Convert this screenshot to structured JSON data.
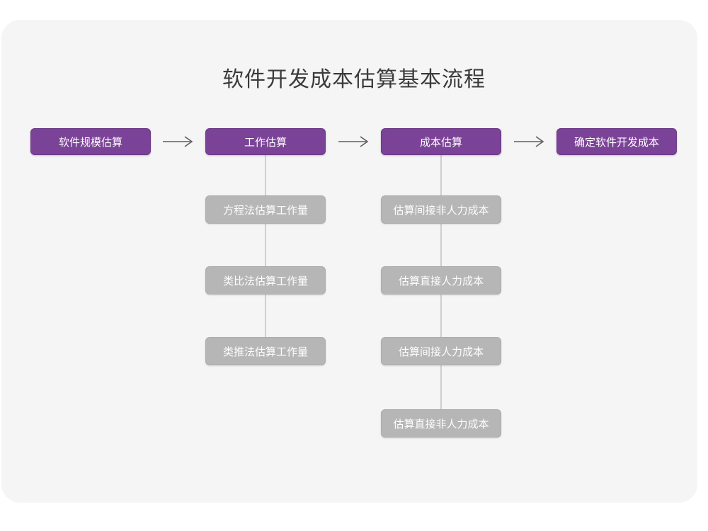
{
  "page": {
    "title": "软件开发成本估算基本流程",
    "background_color": "#ffffff",
    "card_color": "#f5f5f5",
    "accent_color": "#7b4397",
    "secondary_color": "#b6b6b6",
    "connector_color": "#cfcfcf"
  },
  "chart_data": {
    "type": "diagram",
    "title": "软件开发成本估算基本流程",
    "orientation": "horizontal-with-vertical-substeps",
    "main_flow": [
      {
        "id": "step-1",
        "label": "软件规模估算",
        "substeps": []
      },
      {
        "id": "step-2",
        "label": "工作估算",
        "substeps": [
          "方程法估算工作量",
          "类比法估算工作量",
          "类推法估算工作量"
        ]
      },
      {
        "id": "step-3",
        "label": "成本估算",
        "substeps": [
          "估算间接非人力成本",
          "估算直接人力成本",
          "估算间接人力成本",
          "估算直接非人力成本"
        ]
      },
      {
        "id": "step-4",
        "label": "确定软件开发成本",
        "substeps": []
      }
    ],
    "connectors": [
      {
        "from": "step-1",
        "to": "step-2",
        "style": "arrow-right"
      },
      {
        "from": "step-2",
        "to": "step-3",
        "style": "arrow-right"
      },
      {
        "from": "step-3",
        "to": "step-4",
        "style": "arrow-right"
      },
      {
        "from": "step-2",
        "to": "step-2-substeps",
        "style": "vertical-line"
      },
      {
        "from": "step-3",
        "to": "step-3-substeps",
        "style": "vertical-line"
      }
    ]
  },
  "nodes": {
    "step1": {
      "label": "软件规模估算"
    },
    "step2": {
      "label": "工作估算"
    },
    "step3": {
      "label": "成本估算"
    },
    "step4": {
      "label": "确定软件开发成本"
    },
    "work_sub": [
      {
        "label": "方程法估算工作量"
      },
      {
        "label": "类比法估算工作量"
      },
      {
        "label": "类推法估算工作量"
      }
    ],
    "cost_sub": [
      {
        "label": "估算间接非人力成本"
      },
      {
        "label": "估算直接人力成本"
      },
      {
        "label": "估算间接人力成本"
      },
      {
        "label": "估算直接非人力成本"
      }
    ]
  }
}
